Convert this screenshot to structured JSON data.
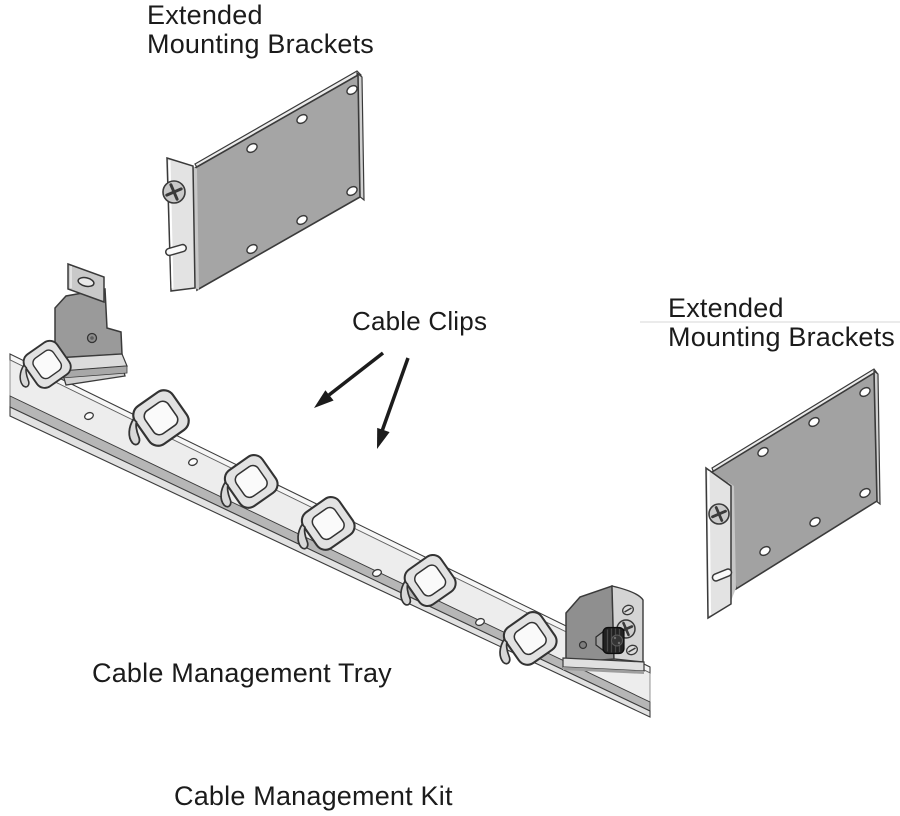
{
  "figure": {
    "caption": "Cable Management Kit",
    "labels": {
      "top_bracket": "Extended\nMounting Brackets",
      "right_bracket": "Extended\nMounting Brackets",
      "cable_clips": "Cable Clips",
      "tray": "Cable Management Tray"
    },
    "parts": {
      "extended_bracket_count": 2,
      "cable_clip_count": 6,
      "plate_hole_count_per_bracket": 6,
      "tray_hole_count": 4
    },
    "colors": {
      "background": "#ffffff",
      "plate_gray": "#a5a5a5",
      "flange_gray": "#e3e3e3",
      "tray_top": "#ededed",
      "tray_front_edge": "#b6b6b6",
      "end_bracket_dark": "#8f8f8f",
      "thumbscrew_black": "#212121",
      "line_art_outline": "#3a3a3a",
      "text": "#1b1b1b"
    }
  }
}
